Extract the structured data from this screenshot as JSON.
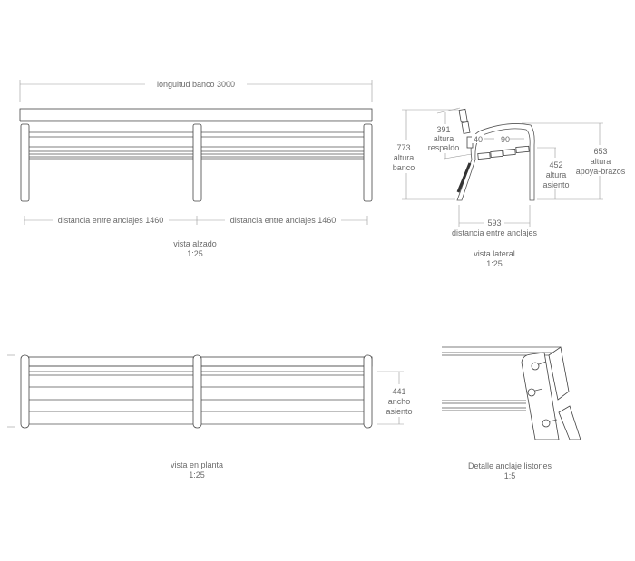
{
  "elevation": {
    "length_label": "longuitud banco  3000",
    "anchor_left": "distancia entre anclajes  1460",
    "anchor_right": "distancia entre anclajes  1460",
    "title": "vista alzado",
    "scale": "1:25"
  },
  "side": {
    "height_value": "773",
    "height_l1": "altura",
    "height_l2": "banco",
    "back_value": "391",
    "back_l1": "altura",
    "back_l2": "respaldo",
    "slat_a": "40",
    "slat_b": "90",
    "seat_value": "452",
    "seat_l1": "altura",
    "seat_l2": "asiento",
    "arm_value": "653",
    "arm_l1": "altura",
    "arm_l2": "apoya-brazos",
    "anchor_value": "593",
    "anchor_label": "distancia entre anclajes",
    "title": "vista lateral",
    "scale": "1:25"
  },
  "plan": {
    "width_value": "441",
    "width_l1": "ancho",
    "width_l2": "asiento",
    "title": "vista en planta",
    "scale": "1:25"
  },
  "detail": {
    "title": "Detalle anclaje listones",
    "scale": "1:5"
  }
}
